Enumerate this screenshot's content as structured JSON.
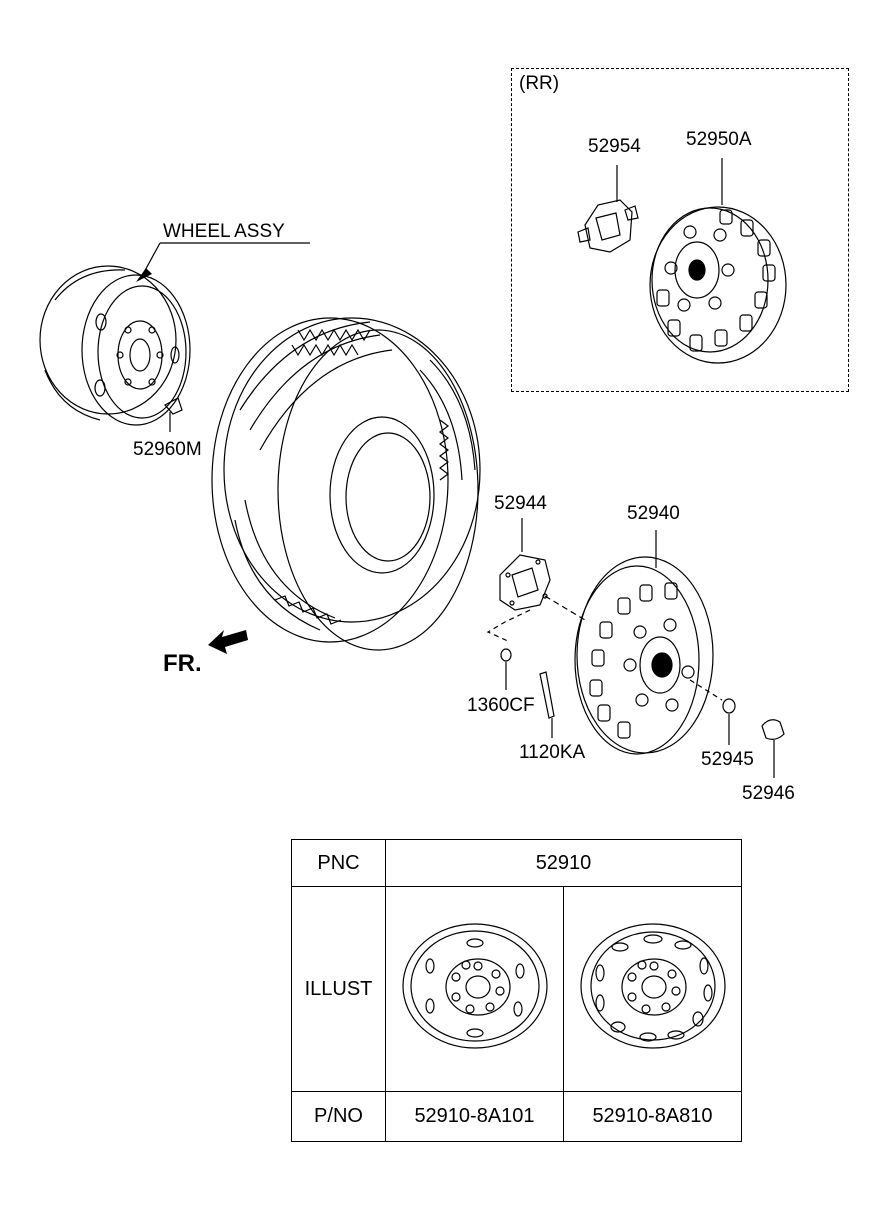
{
  "header": {
    "rr": "(RR)",
    "wheel_assy": "WHEEL ASSY",
    "fr": "FR."
  },
  "callouts": {
    "c52954": "52954",
    "c52950A": "52950A",
    "c52960M": "52960M",
    "c52944": "52944",
    "c52940": "52940",
    "c1360CF": "1360CF",
    "c1120KA": "1120KA",
    "c52945": "52945",
    "c52946": "52946"
  },
  "table": {
    "row1_label": "PNC",
    "row1_value": "52910",
    "row2_label": "ILLUST",
    "row3_label": "P/NO",
    "pno_1": "52910-8A101",
    "pno_2": "52910-8A810"
  }
}
